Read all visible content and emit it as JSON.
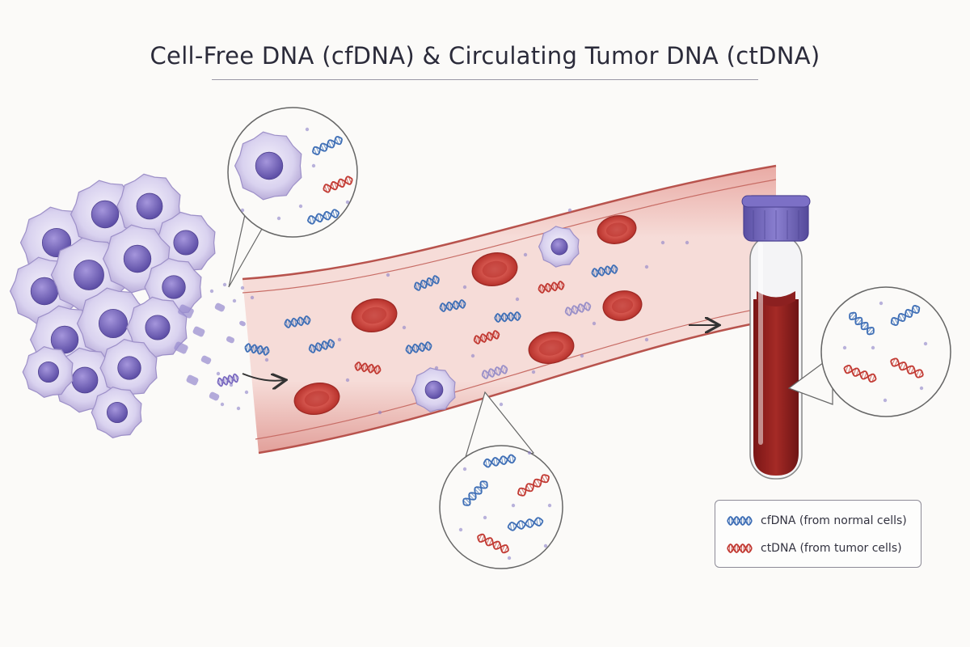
{
  "title": "Cell-Free DNA (cfDNA) & Circulating Tumor DNA (ctDNA)",
  "colors": {
    "cfdna": "#3f6fb6",
    "ctdna": "#c23a33",
    "tumor_cell": "#c9c0e6",
    "nucleus": "#7b6bc1",
    "rbc": "#c9443d",
    "vessel": "#f0c4c0",
    "blood": "#8e1e1e",
    "cap": "#6f63b8"
  },
  "icons": [
    "tumor-cluster",
    "white-blood-cell",
    "red-blood-cell",
    "dna-helix",
    "blood-tube",
    "magnifier-callout",
    "arrow-right"
  ],
  "legend": {
    "items": [
      {
        "label": "cfDNA (from normal cells)",
        "color": "#3f6fb6"
      },
      {
        "label": "ctDNA (from tumor cells)",
        "color": "#c23a33"
      }
    ]
  }
}
